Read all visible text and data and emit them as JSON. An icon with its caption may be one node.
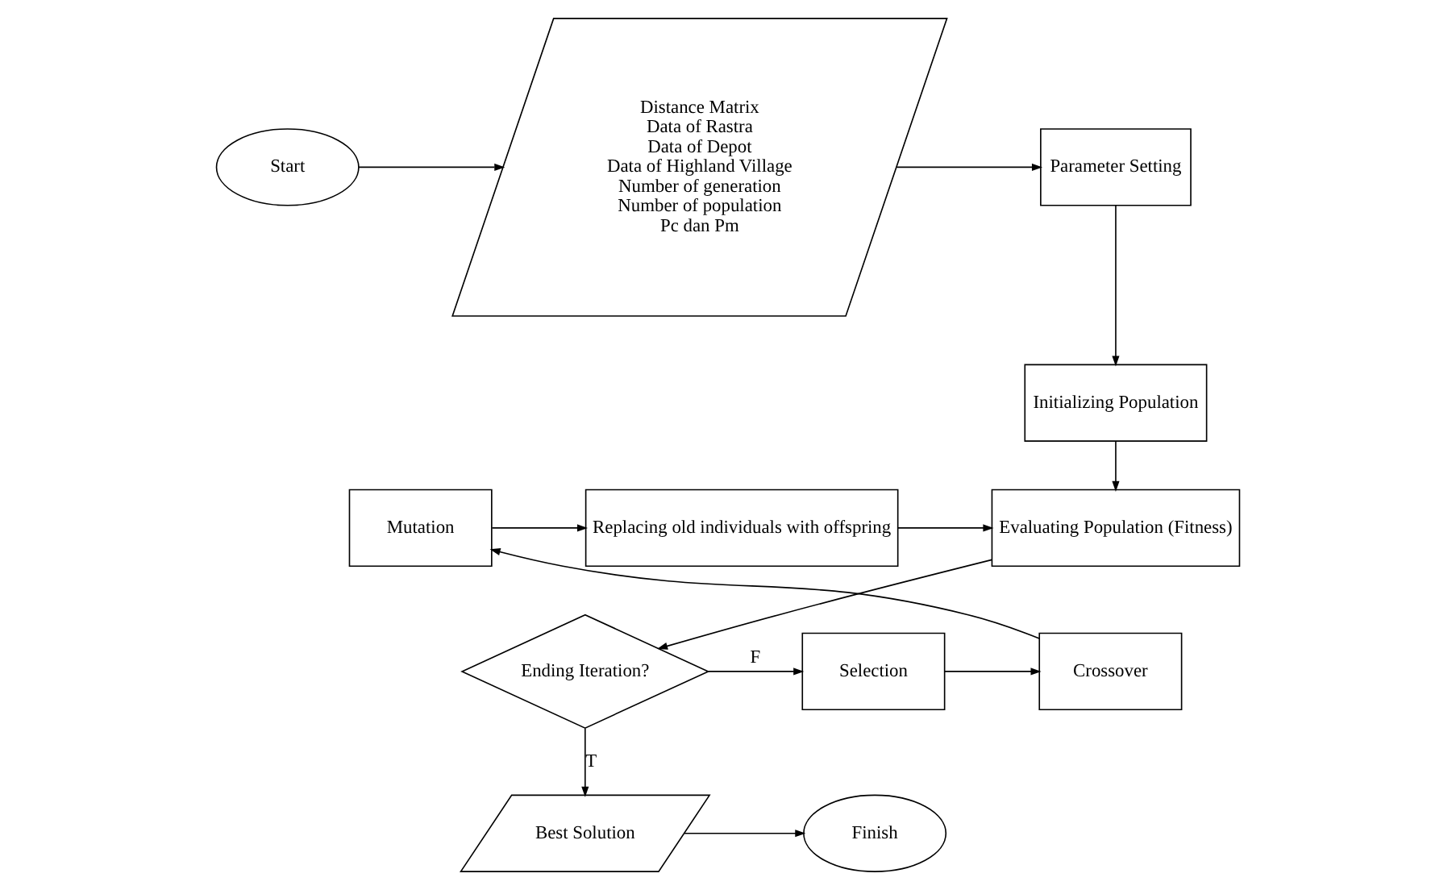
{
  "diagram": {
    "nodes": [
      {
        "text": [
          "Start"
        ]
      },
      {
        "text": [
          "Distance Matrix",
          "Data of Rastra",
          "Data of Depot",
          "Data of Highland Village",
          "Number of generation",
          "Number of population",
          "Pc dan Pm"
        ]
      },
      {
        "text": [
          "Parameter Setting"
        ]
      },
      {
        "text": [
          "Initializing Population"
        ]
      },
      {
        "text": [
          "Evaluating Population (Fitness)"
        ]
      },
      {
        "text": [
          "Ending Iteration?"
        ]
      },
      {
        "text": [
          "Selection"
        ]
      },
      {
        "text": [
          "Crossover"
        ]
      },
      {
        "text": [
          "Mutation"
        ]
      },
      {
        "text": [
          "Replacing old individuals with offspring"
        ]
      },
      {
        "text": [
          "Best Solution"
        ]
      },
      {
        "text": [
          "Finish"
        ]
      }
    ],
    "edges": [
      {
        "from": 0,
        "to": 1,
        "arrow": "to"
      },
      {
        "from": 1,
        "to": 2,
        "arrow": "to"
      },
      {
        "from": 2,
        "to": 3,
        "arrow": "to"
      },
      {
        "from": 3,
        "to": 4,
        "arrow": "to"
      },
      {
        "from": 4,
        "to": 5,
        "arrow": "to"
      },
      {
        "from": 5,
        "to": 6,
        "label": "F",
        "arrow": "to"
      },
      {
        "from": 6,
        "to": 7,
        "arrow": "to"
      },
      {
        "from": 7,
        "to": 8,
        "arrow": "to"
      },
      {
        "from": 8,
        "to": 9,
        "arrow": "to"
      },
      {
        "from": 9,
        "to": 4,
        "arrow": "to"
      },
      {
        "from": 5,
        "to": 10,
        "label": "T",
        "arrow": "to"
      },
      {
        "from": 10,
        "to": 11,
        "arrow": "to"
      }
    ]
  }
}
